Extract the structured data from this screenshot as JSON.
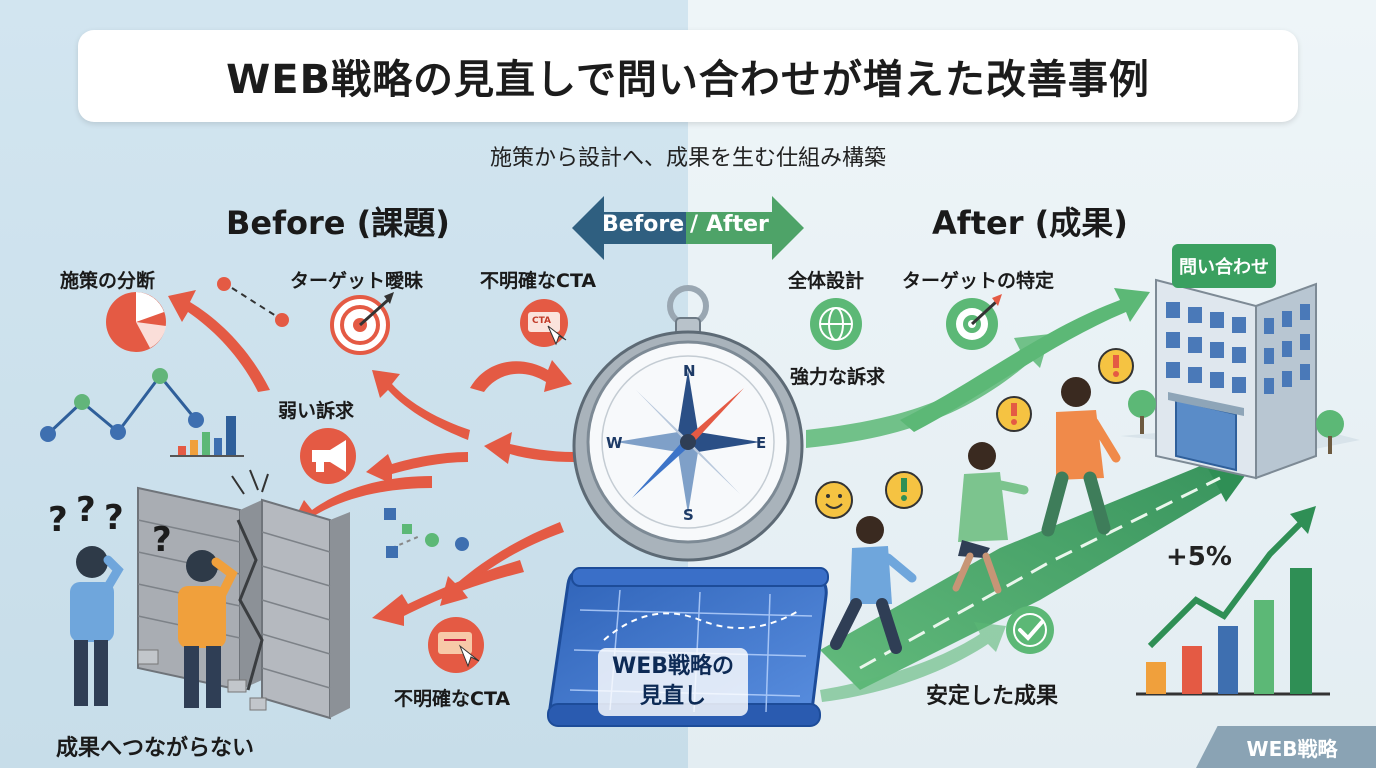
{
  "title": "WEB戦略の見直しで問い合わせが増えた改善事例",
  "subtitle": "施策から設計へ、成果を生む仕組み構築",
  "before_heading": "Before (課題)",
  "after_heading": "After (成果)",
  "badge": {
    "before": "Before",
    "sep": "/",
    "after": "After"
  },
  "before_items": {
    "fragmented": "施策の分断",
    "vague_target": "ターゲット曖昧",
    "unclear_cta_top": "不明確なCTA",
    "weak_appeal": "弱い訴求",
    "unclear_cta_bottom": "不明確なCTA",
    "no_results": "成果へつながらない",
    "cta_icon_text": "CTA"
  },
  "after_items": {
    "overall_design": "全体設計",
    "target_specific": "ターゲットの特定",
    "strong_appeal": "強力な訴求",
    "stable_results": "安定した成果",
    "growth": "+5%",
    "building_sign": "問い合わせ"
  },
  "compass": {
    "n": "N",
    "e": "E",
    "s": "S",
    "w": "W"
  },
  "plan_label_line1": "WEB戦略の",
  "plan_label_line2": "見直し",
  "corner_tag": "WEB戦略",
  "question_marks": [
    "?",
    "?",
    "?",
    "?"
  ],
  "colors": {
    "red_arrow": "#e45a44",
    "green_arrow": "#5cb876",
    "blue_plan": "#3d74c8",
    "compass_ring": "#9aa7b2"
  }
}
